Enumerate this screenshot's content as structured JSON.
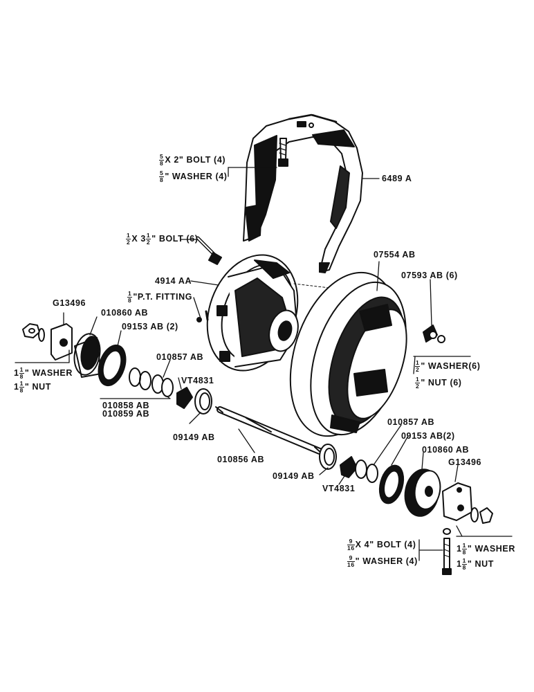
{
  "callouts": {
    "bracket": "6489 A",
    "bolt_2in": {
      "frac": [
        "5",
        "8"
      ],
      "text": "X 2\" BOLT (4)"
    },
    "washer_5_8": {
      "frac": [
        "5",
        "8"
      ],
      "text": "\" WASHER (4)"
    },
    "bolt_3half": {
      "frac": [
        "1",
        "2"
      ],
      "text": "X 3",
      "frac2": [
        "1",
        "2"
      ],
      "text2": "\" BOLT (6)"
    },
    "hub": "4914 AA",
    "pt_fitting": {
      "frac": [
        "1",
        "8"
      ],
      "text": "\"P.T. FITTING"
    },
    "wheel": "07554 AB",
    "clip": "07593 AB (6)",
    "g_left": "G13496",
    "g_right": "G13496",
    "cap_left": "010860 AB",
    "cap_right": "010860 AB",
    "seal_left": "09153 AB (2)",
    "seal_right": "09153 AB(2)",
    "washer_pair_left": "010857 AB",
    "washer_pair_right": "010857 AB",
    "shims_1": "010858 AB",
    "shims_2": "010859 AB",
    "bearing_left": "VT4831",
    "bearing_right": "VT4831",
    "cup_left": "09149 AB",
    "cup_right": "09149 AB",
    "axle": "010856 AB",
    "washer_6": {
      "frac": [
        "1",
        "2"
      ],
      "text": "\" WASHER(6)"
    },
    "nut_6": {
      "frac": [
        "1",
        "2"
      ],
      "text": "\" NUT (6)"
    },
    "washer_left": {
      "frac": [
        "1",
        "8"
      ],
      "pre": "1",
      "text": "\" WASHER"
    },
    "nut_left": {
      "frac": [
        "1",
        "8"
      ],
      "pre": "1",
      "text": "\" NUT"
    },
    "bolt_4in": {
      "frac": [
        "9",
        "16"
      ],
      "text": "X 4\" BOLT (4)"
    },
    "washer_9_16": {
      "frac": [
        "9",
        "16"
      ],
      "text": "\" WASHER (4)"
    },
    "washer_right": {
      "frac": [
        "1",
        "8"
      ],
      "pre": "1",
      "text": "\" WASHER"
    },
    "nut_right": {
      "frac": [
        "1",
        "8"
      ],
      "pre": "1",
      "text": "\" NUT"
    }
  }
}
